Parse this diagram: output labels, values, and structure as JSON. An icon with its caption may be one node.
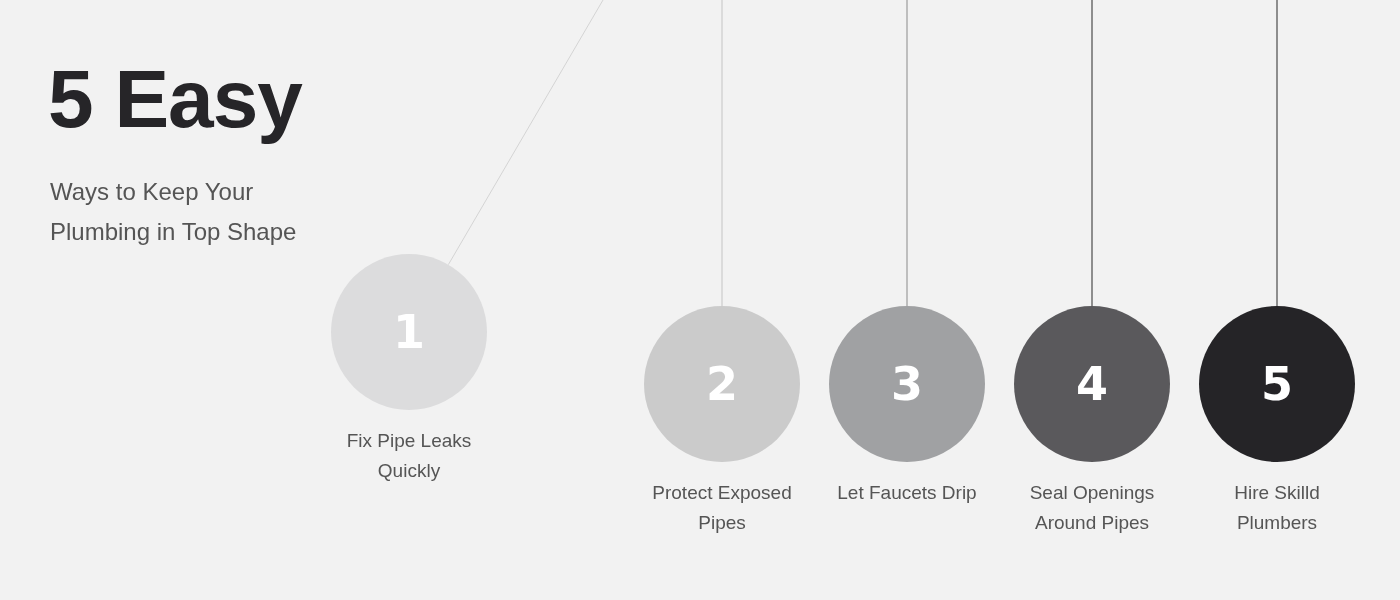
{
  "diagram": {
    "title": "5 Easy",
    "nodes": [
      {
        "text": [
          "1"
        ],
        "beside": [
          "Fix Pipe Leaks Quickly"
        ]
      },
      {
        "text": [
          "2"
        ],
        "beside": [
          "Protect Exposed Pipes"
        ]
      },
      {
        "text": [
          "3"
        ],
        "beside": [
          "Let Faucets Drip"
        ]
      },
      {
        "text": [
          "4"
        ],
        "beside": [
          "Seal Openings Around Pipes"
        ]
      },
      {
        "text": [
          "5"
        ],
        "beside": [
          "Hire Skilld Plumbers"
        ]
      }
    ],
    "edges": [
      {
        "from": null,
        "to": 0,
        "arrow": "none",
        "color": "#d4d4d4"
      },
      {
        "from": null,
        "to": 1,
        "arrow": "none",
        "color": "#c4c4c4"
      },
      {
        "from": null,
        "to": 2,
        "arrow": "none",
        "color": "#8a8a8a"
      },
      {
        "from": null,
        "to": 3,
        "arrow": "none"
      },
      {
        "from": null,
        "to": 4,
        "arrow": "none"
      }
    ],
    "labels": [
      "Ways to Keep Your Plumbing in Top Shape"
    ]
  }
}
